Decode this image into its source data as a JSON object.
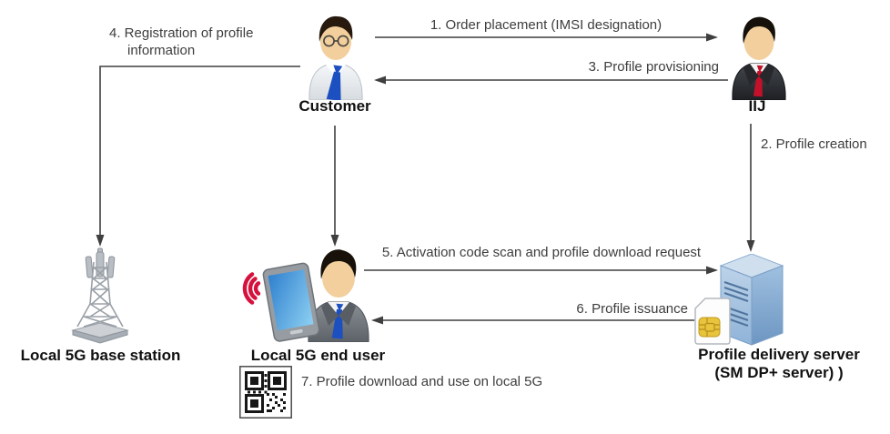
{
  "actors": {
    "customer": {
      "label": "Customer"
    },
    "iij": {
      "label": "IIJ"
    },
    "base_station": {
      "label": "Local 5G base station"
    },
    "end_user": {
      "label": "Local 5G end user"
    },
    "delivery_server": {
      "label": "Profile delivery server",
      "sublabel": "(SM DP+ server) )"
    }
  },
  "steps": {
    "s1": "1. Order placement (IMSI designation)",
    "s2": "2. Profile creation",
    "s3": "3. Profile provisioning",
    "s4a": "4. Registration of profile",
    "s4b": "information",
    "s5": "5. Activation code scan and profile download request",
    "s6": "6. Profile issuance",
    "s7": "7. Profile download and use on local 5G"
  },
  "colors": {
    "arrow": "#3f3f3f",
    "step_text": "#3d3d3d",
    "label_text": "#111111",
    "signal_red": "#d5123e",
    "tie_blue": "#1c4fc0",
    "tie_red": "#c3112b",
    "server_blue": "#8fb3d8",
    "sim_gold": "#e8c33c"
  }
}
